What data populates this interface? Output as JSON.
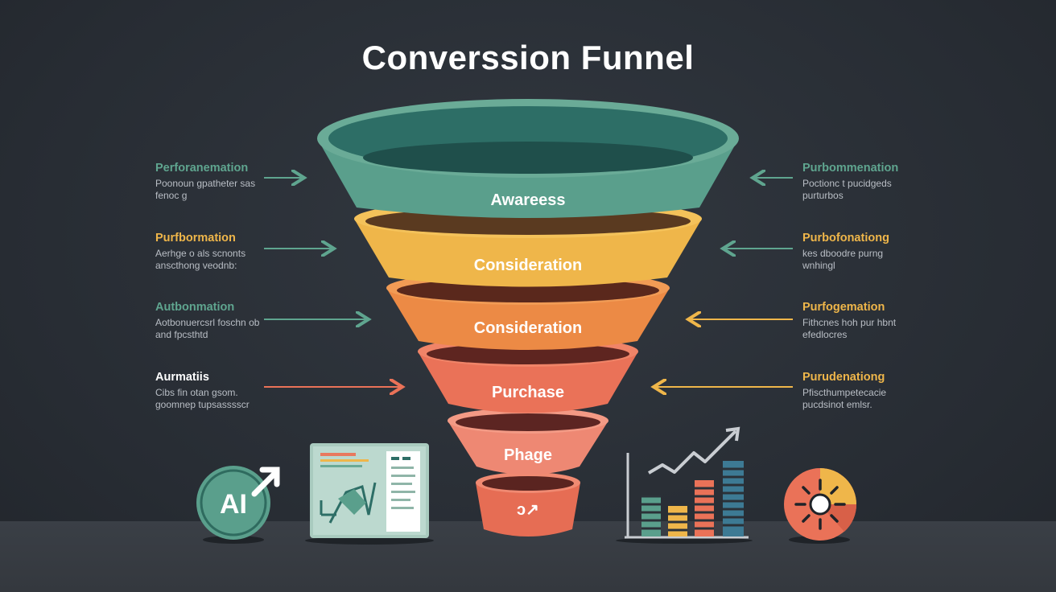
{
  "title": "Converssion Funnel",
  "colors": {
    "teal": "#5a9f8c",
    "yellow": "#efb64a",
    "orange": "#ec8a45",
    "coral": "#ea7258",
    "salmon": "#ee8873",
    "red": "#e66d54",
    "background": "#292e35"
  },
  "stages": [
    {
      "label": "Awareess",
      "color": "#5a9f8c"
    },
    {
      "label": "Consideration",
      "color": "#efb64a"
    },
    {
      "label": "Consideration",
      "color": "#ec8a45"
    },
    {
      "label": "Purchase",
      "color": "#ea7258"
    },
    {
      "label": "Phage",
      "color": "#ee8873"
    },
    {
      "label": "ↄ↗",
      "color": "#e66d54"
    }
  ],
  "left_notes": [
    {
      "title": "Perforanemation",
      "desc": "Poonoun gpatheter sas fenoc g",
      "color": "#5fa58f"
    },
    {
      "title": "Purfbormation",
      "desc": "Aerhge o als scnonts anscthong veodnb:",
      "color": "#efb64a"
    },
    {
      "title": "Autbonmation",
      "desc": "Aotbonuercsrl foschn ob and fpcsthtd",
      "color": "#5fa58f"
    },
    {
      "title": "Aurmatiis",
      "desc": "Cibs fin otan gsom. goomnep tupsasssscr",
      "color": "#ffffff"
    }
  ],
  "right_notes": [
    {
      "title": "Purbommenation",
      "desc": "Poctionc t pucidgeds purturbos",
      "color": "#5fa58f"
    },
    {
      "title": "Purbofonationg",
      "desc": "kes dboodre purng wnhingl",
      "color": "#efb64a"
    },
    {
      "title": "Purfogemation",
      "desc": "Fithcnes hoh pur hbnt efedlocres",
      "color": "#efb64a"
    },
    {
      "title": "Purudenationg",
      "desc": "Pfiscthumpetecacie pucdsinot emlsr.",
      "color": "#efb64a"
    }
  ],
  "icons": {
    "ai_badge": "AI"
  }
}
